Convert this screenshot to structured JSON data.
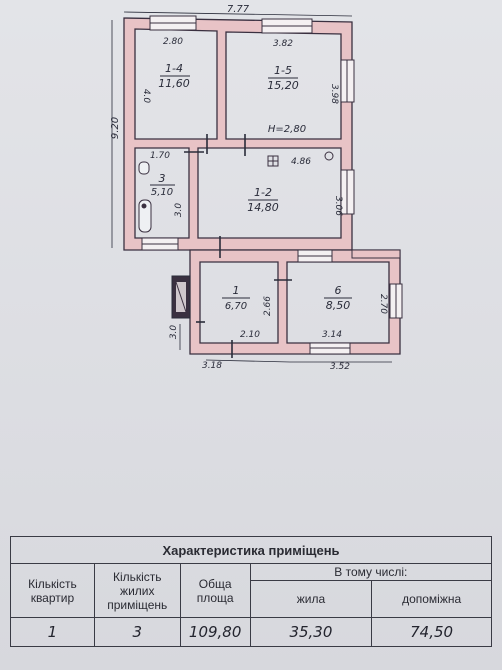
{
  "plan": {
    "dims": {
      "overall_top": "7.77",
      "left_total": "9.20",
      "room_14_width": "2.80",
      "room_14_height": "4.0",
      "room_15_width": "3.82",
      "room_15_height": "3.98",
      "ceiling_height": "H=2,80",
      "room_3_width": "1.70",
      "room_3_height": "3.0",
      "room_12_width": "4.86",
      "room_12_height": "3.06",
      "room_1_height": "2.66",
      "room_1_width": "2.10",
      "room_6_height": "2.70",
      "room_6_width": "3.14",
      "porch_height": "3.0",
      "bottom_left": "3.18",
      "bottom_right": "3.52"
    },
    "rooms": [
      {
        "id": "room-1-4",
        "number": "1-4",
        "area": "11,60"
      },
      {
        "id": "room-1-5",
        "number": "1-5",
        "area": "15,20"
      },
      {
        "id": "room-3",
        "number": "3",
        "area": "5,10"
      },
      {
        "id": "room-1-2",
        "number": "1-2",
        "area": "14,80"
      },
      {
        "id": "room-1",
        "number": "1",
        "area": "6,70"
      },
      {
        "id": "room-6",
        "number": "6",
        "area": "8,50"
      }
    ]
  },
  "table": {
    "title": "Характеристика приміщень",
    "col_apartments": "Кількість квартир",
    "col_living_rooms": "Кількість жилих приміщень",
    "col_total_area": "Обща площа",
    "col_including": "В тому числі:",
    "col_living": "жила",
    "col_auxiliary": "допоміжна",
    "values": {
      "apartments": "1",
      "living_rooms": "3",
      "total_area": "109,80",
      "living": "35,30",
      "auxiliary": "74,50"
    }
  },
  "colors": {
    "wall_fill": "#e8c3c6",
    "wall_stroke": "#3a3040",
    "ink": "#2a2c3a",
    "paper": "#dfe0e4"
  }
}
